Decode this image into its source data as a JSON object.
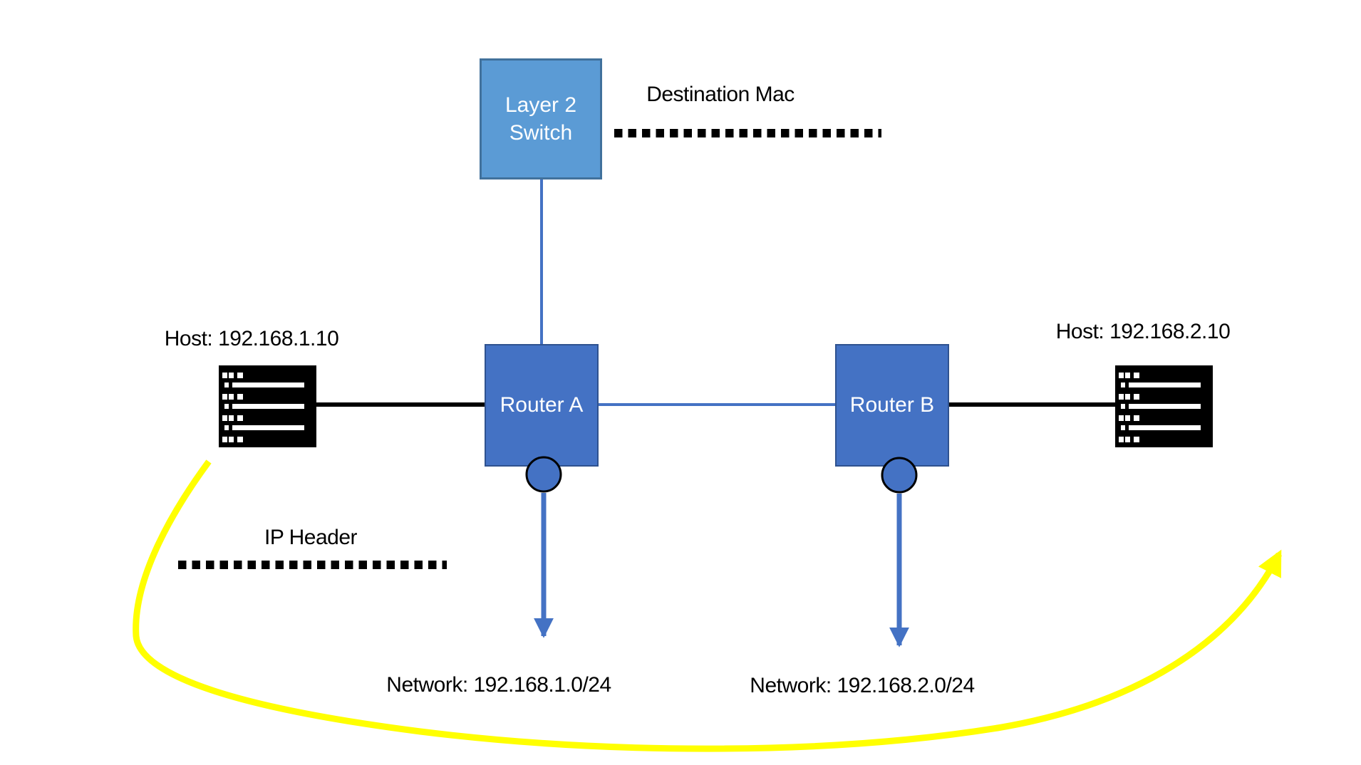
{
  "nodes": {
    "switch": {
      "line1": "Layer 2",
      "line2": "Switch"
    },
    "router_a": {
      "label": "Router A"
    },
    "router_b": {
      "label": "Router B"
    },
    "host_a": {
      "label": "Host: 192.168.1.10"
    },
    "host_b": {
      "label": "Host: 192.168.2.10"
    }
  },
  "annotations": {
    "destination_mac": {
      "label": "Destination Mac"
    },
    "ip_header": {
      "label": "IP Header"
    },
    "network_a": {
      "label": "Network: 192.168.1.0/24"
    },
    "network_b": {
      "label": "Network: 192.168.2.0/24"
    }
  },
  "colors": {
    "background": "#FFFFFF",
    "switch_fill": "#5B9BD5",
    "switch_border": "#41719C",
    "router_fill": "#4472C4",
    "router_border": "#2F528F",
    "link_blue": "#4472C4",
    "link_black": "#000000",
    "dotted_black": "#000000",
    "highlight_yellow": "#FFFF00",
    "host_icon": "#000000"
  }
}
